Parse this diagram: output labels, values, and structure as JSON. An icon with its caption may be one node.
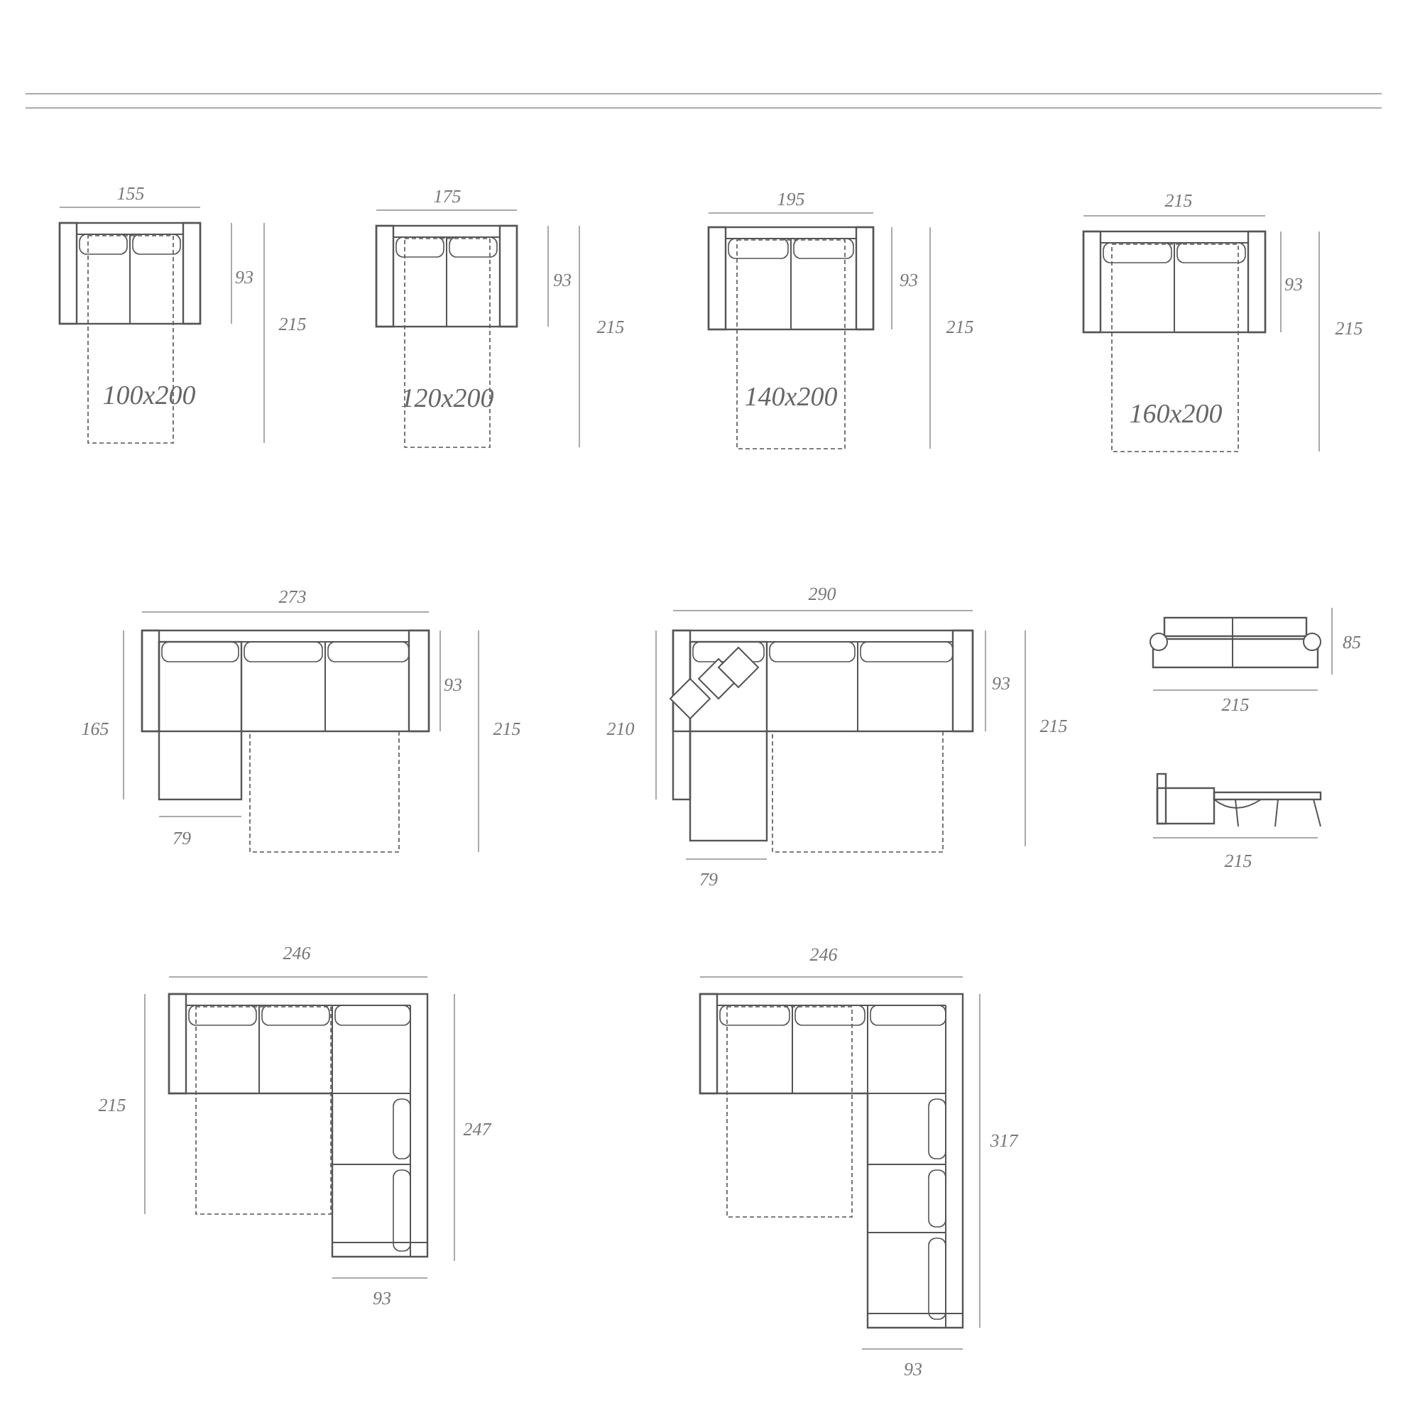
{
  "diagram": {
    "labels": [
      "155",
      "93",
      "215",
      "100x200",
      "175",
      "93",
      "215",
      "120x200",
      "195",
      "93",
      "215",
      "140x200",
      "215",
      "93",
      "215",
      "160x200",
      "273",
      "93",
      "165",
      "215",
      "79",
      "290",
      "93",
      "210",
      "215",
      "79",
      "85",
      "215",
      "215",
      "246",
      "215",
      "247",
      "93",
      "246",
      "317",
      "93"
    ]
  }
}
